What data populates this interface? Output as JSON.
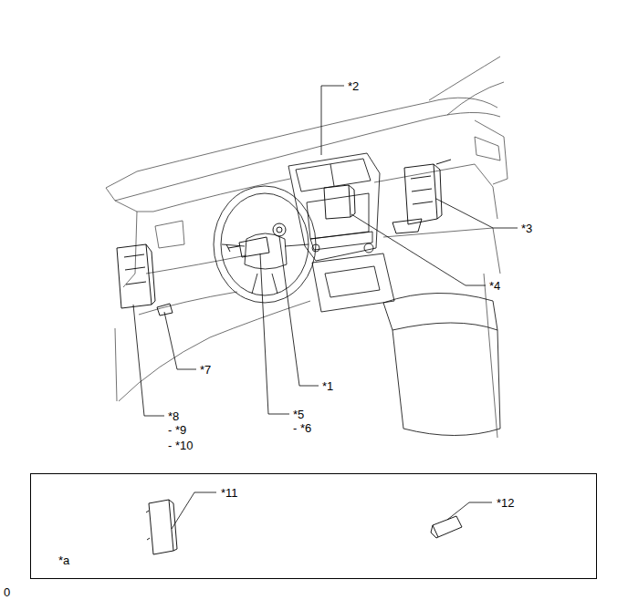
{
  "diagram": {
    "nodes": [
      {
        "text": [
          "*11",
          "*12",
          "*a"
        ]
      }
    ],
    "labels": [
      "*2",
      "*3",
      "*4",
      "*7",
      "*1",
      "*5",
      "- *6",
      "*8",
      "- *9",
      "- *10",
      "0"
    ]
  }
}
